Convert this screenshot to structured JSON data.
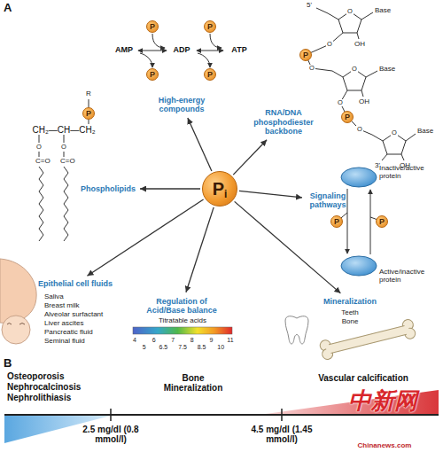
{
  "diagram": {
    "nodes": [
      {
        "text": [
          "P"
        ]
      },
      {
        "text": [
          "P"
        ]
      },
      {
        "text": [
          "P"
        ]
      },
      {
        "text": [
          "P"
        ]
      },
      {
        "text": [
          "P"
        ]
      },
      {
        "text": [
          "High-energy compounds"
        ]
      },
      {
        "text": [
          "P"
        ]
      },
      {
        "text": [
          "P"
        ]
      },
      {
        "text": [
          "RNA/DNA phosphodiester backbone"
        ]
      },
      {
        "text": [
          "P",
          "i"
        ]
      },
      {
        "text": [
          "Phospholipids"
        ]
      },
      {
        "text": [
          "Signaling pathways"
        ]
      },
      {
        "text": [
          "P"
        ]
      },
      {
        "text": [
          "P"
        ]
      },
      {
        "text": [
          "Regulation of Acid/Base balance"
        ]
      },
      {
        "text": [
          "Mineralization"
        ]
      },
      {
        "text": [
          "Epithelial cell fluids"
        ]
      }
    ],
    "edges": [
      {
        "from": 9,
        "to": 5,
        "arrow": "to"
      },
      {
        "from": 9,
        "to": 8,
        "arrow": "to"
      },
      {
        "from": 9,
        "to": 11,
        "arrow": "to"
      },
      {
        "from": 9,
        "to": 15,
        "arrow": "to"
      },
      {
        "from": 9,
        "to": 14,
        "arrow": "to"
      },
      {
        "from": 9,
        "to": 16,
        "arrow": "to"
      },
      {
        "from": 9,
        "to": 10,
        "arrow": "to"
      }
    ],
    "labels": [
      "A",
      "AMP",
      "ADP",
      "ATP",
      "5'",
      "O",
      "Base",
      "OH",
      "O",
      "O",
      "O",
      "Base",
      "OH",
      "O",
      "O",
      "O",
      "Base",
      "OH",
      "3'",
      "Inactive/active protein",
      "Active/inactive protein",
      "Teeth",
      "Bone",
      "Titratable acids",
      "4",
      "5",
      "6",
      "6.5",
      "7",
      "7.5",
      "8",
      "8.5",
      "9",
      "10",
      "11",
      "Saliva",
      "Breast milk",
      "Alveolar surfactant",
      "Liver ascites",
      "Pancreatic fluid",
      "Seminal fluid",
      "R",
      "CH₂—CH—CH₂",
      "O",
      "O",
      "C=O",
      "C=O",
      "B",
      "Osteoporosis",
      "Nephrocalcinosis",
      "Nephrolithiasis",
      "Bone Mineralization",
      "Vascular calcification",
      "2.5 mg/dl (0.8 mmol/l)",
      "4.5 mg/dl (1.45 mmol/l)",
      "中新网",
      "Chinanews.com"
    ]
  }
}
